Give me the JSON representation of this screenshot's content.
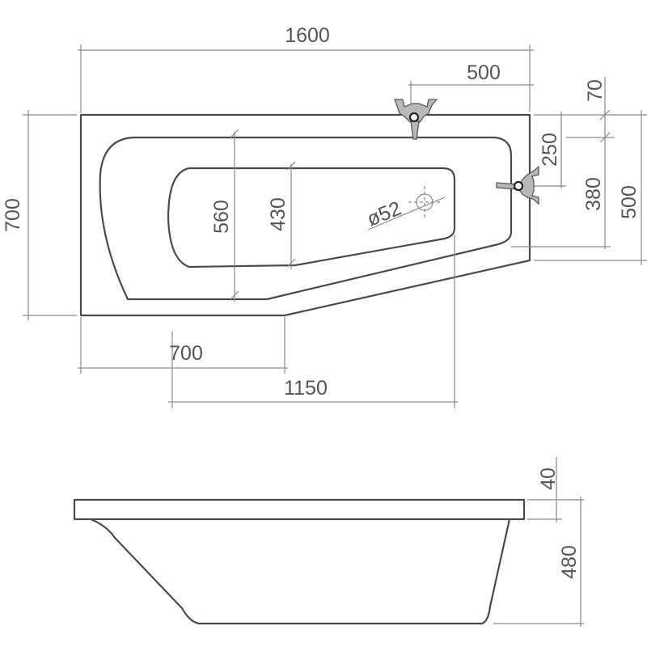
{
  "plan_view": {
    "overall_length": "1600",
    "overall_width": "700",
    "tap_offset_top": "500",
    "rim_width": "70",
    "tap_offset_side": "250",
    "inner_depth": "380",
    "narrow_end_width": "500",
    "basin_width": "560",
    "floor_width": "430",
    "narrow_section_length": "700",
    "floor_length": "1150",
    "drain_diameter": "ø52"
  },
  "side_view": {
    "rim_height": "40",
    "total_depth": "480"
  },
  "colors": {
    "outline": "#4a4a4a",
    "dimension": "#8a8a8a",
    "fixture": "#b8b8b8"
  }
}
